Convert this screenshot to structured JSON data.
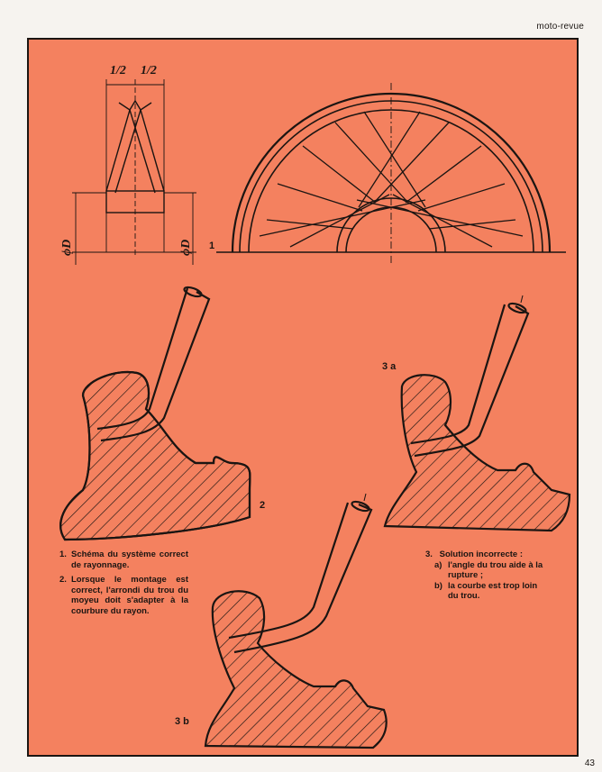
{
  "header": {
    "brand": "moto-revue"
  },
  "page_number": "43",
  "colors": {
    "panel": "#f4815f",
    "ink": "#1b1512",
    "paper": "#f6f3ef"
  },
  "figure1": {
    "label": "1",
    "dim_left": "1/2",
    "dim_right": "1/2",
    "diameter_left": "ϕD",
    "diameter_right": "ϕD"
  },
  "figure2": {
    "label": "2"
  },
  "figure3a": {
    "label": "3 a"
  },
  "figure3b": {
    "label": "3 b"
  },
  "captions": {
    "left": [
      {
        "num": "1.",
        "text": "Schéma du système correct de rayonnage."
      },
      {
        "num": "2.",
        "text": "Lorsque le montage est correct, l'arrondi du trou du moyeu doit s'adapter à la courbure du rayon."
      }
    ],
    "right": {
      "num": "3.",
      "title": "Solution incorrecte :",
      "items": [
        {
          "num": "a)",
          "text": "l'angle du trou aide à la rupture ;"
        },
        {
          "num": "b)",
          "text": "la courbe est trop loin du trou."
        }
      ]
    }
  }
}
